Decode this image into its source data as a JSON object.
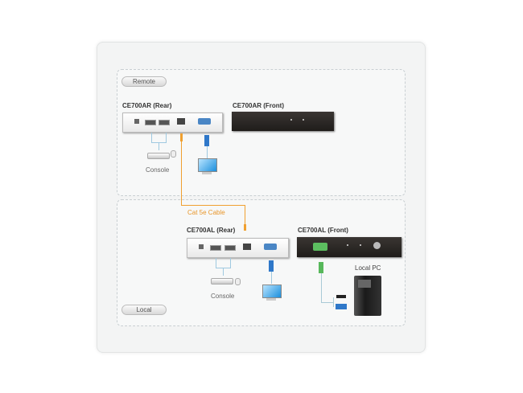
{
  "remote": {
    "section_label": "Remote",
    "rear_title": "CE700AR (Rear)",
    "front_title": "CE700AR (Front)",
    "console_label": "Console"
  },
  "cable": {
    "label": "Cat 5e Cable"
  },
  "local": {
    "section_label": "Local",
    "rear_title": "CE700AL (Rear)",
    "front_title": "CE700AL (Front)",
    "console_label": "Console",
    "pc_label": "Local PC"
  },
  "colors": {
    "cable": "#f0a030",
    "front_panel": "#2a2624",
    "vga_blue": "#2f78c9",
    "vga_green": "#4caf50"
  }
}
